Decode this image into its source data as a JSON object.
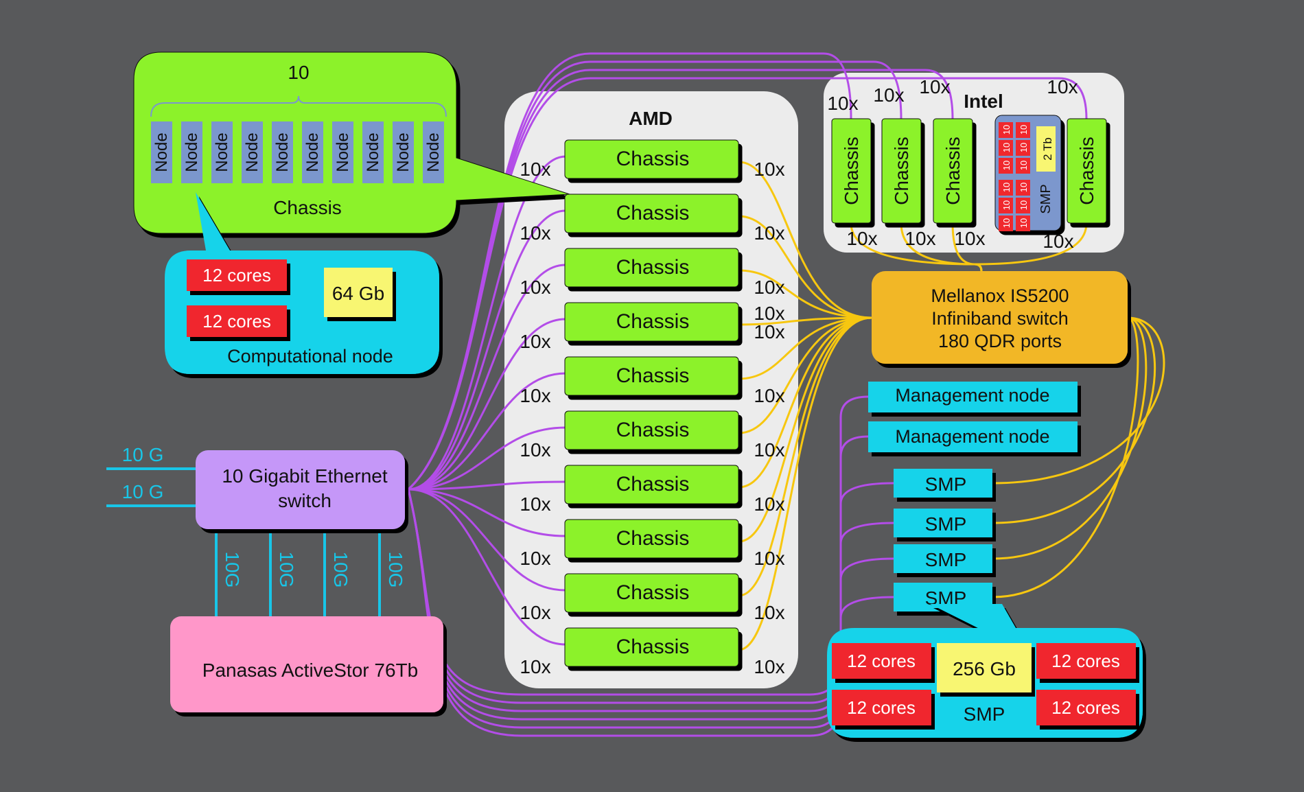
{
  "colors": {
    "background": "#58595b",
    "chassis": "#8cf22b",
    "node_small": "#7b97cd",
    "computational": "#14d3ea",
    "cores": "#f0282d",
    "memory": "#f8f672",
    "switch_ib": "#f2b726",
    "switch_eth": "#c597f8",
    "storage": "#ff97c9",
    "group_panel": "#ececec",
    "ethernet_link": "#b34de8",
    "infiniband_link": "#f7c710",
    "ten_g_link": "#18c6e8"
  },
  "chassis_detail": {
    "group_count": "10",
    "node_label": "Node",
    "node_count": 10,
    "label": "Chassis"
  },
  "computational_node": {
    "label": "Computational node",
    "cores": [
      "12 cores",
      "12 cores"
    ],
    "memory": "64 Gb"
  },
  "amd": {
    "title": "AMD",
    "chassis_label": "Chassis",
    "chassis_count": 10,
    "eth_multiplier": "10x",
    "ib_multiplier": "10x"
  },
  "intel": {
    "title": "Intel",
    "chassis_label": "Chassis",
    "smp_label": "SMP",
    "smp_storage": "2 Tb",
    "smp_cell": "10",
    "smp_cell_count": 12,
    "top_multipliers": [
      "10x",
      "10x",
      "10x",
      "10x"
    ],
    "bottom_multipliers": [
      "10x",
      "10x",
      "10x",
      "10x"
    ]
  },
  "infiniband_switch": {
    "lines": [
      "Mellanox IS5200",
      "Infiniband switch",
      "180 QDR ports"
    ]
  },
  "management_nodes": [
    "Management node",
    "Management node"
  ],
  "smp_nodes": [
    "SMP",
    "SMP",
    "SMP",
    "SMP"
  ],
  "smp_detail": {
    "label": "SMP",
    "cores": [
      "12 cores",
      "12 cores",
      "12 cores",
      "12 cores"
    ],
    "memory": "256 Gb"
  },
  "ethernet_switch": {
    "lines": [
      "10 Gigabit Ethernet",
      "switch"
    ],
    "uplinks": [
      "10 G",
      "10 G"
    ],
    "storage_links": [
      "10G",
      "10G",
      "10G",
      "10G"
    ]
  },
  "storage": {
    "label": "Panasas ActiveStor 76Tb"
  }
}
